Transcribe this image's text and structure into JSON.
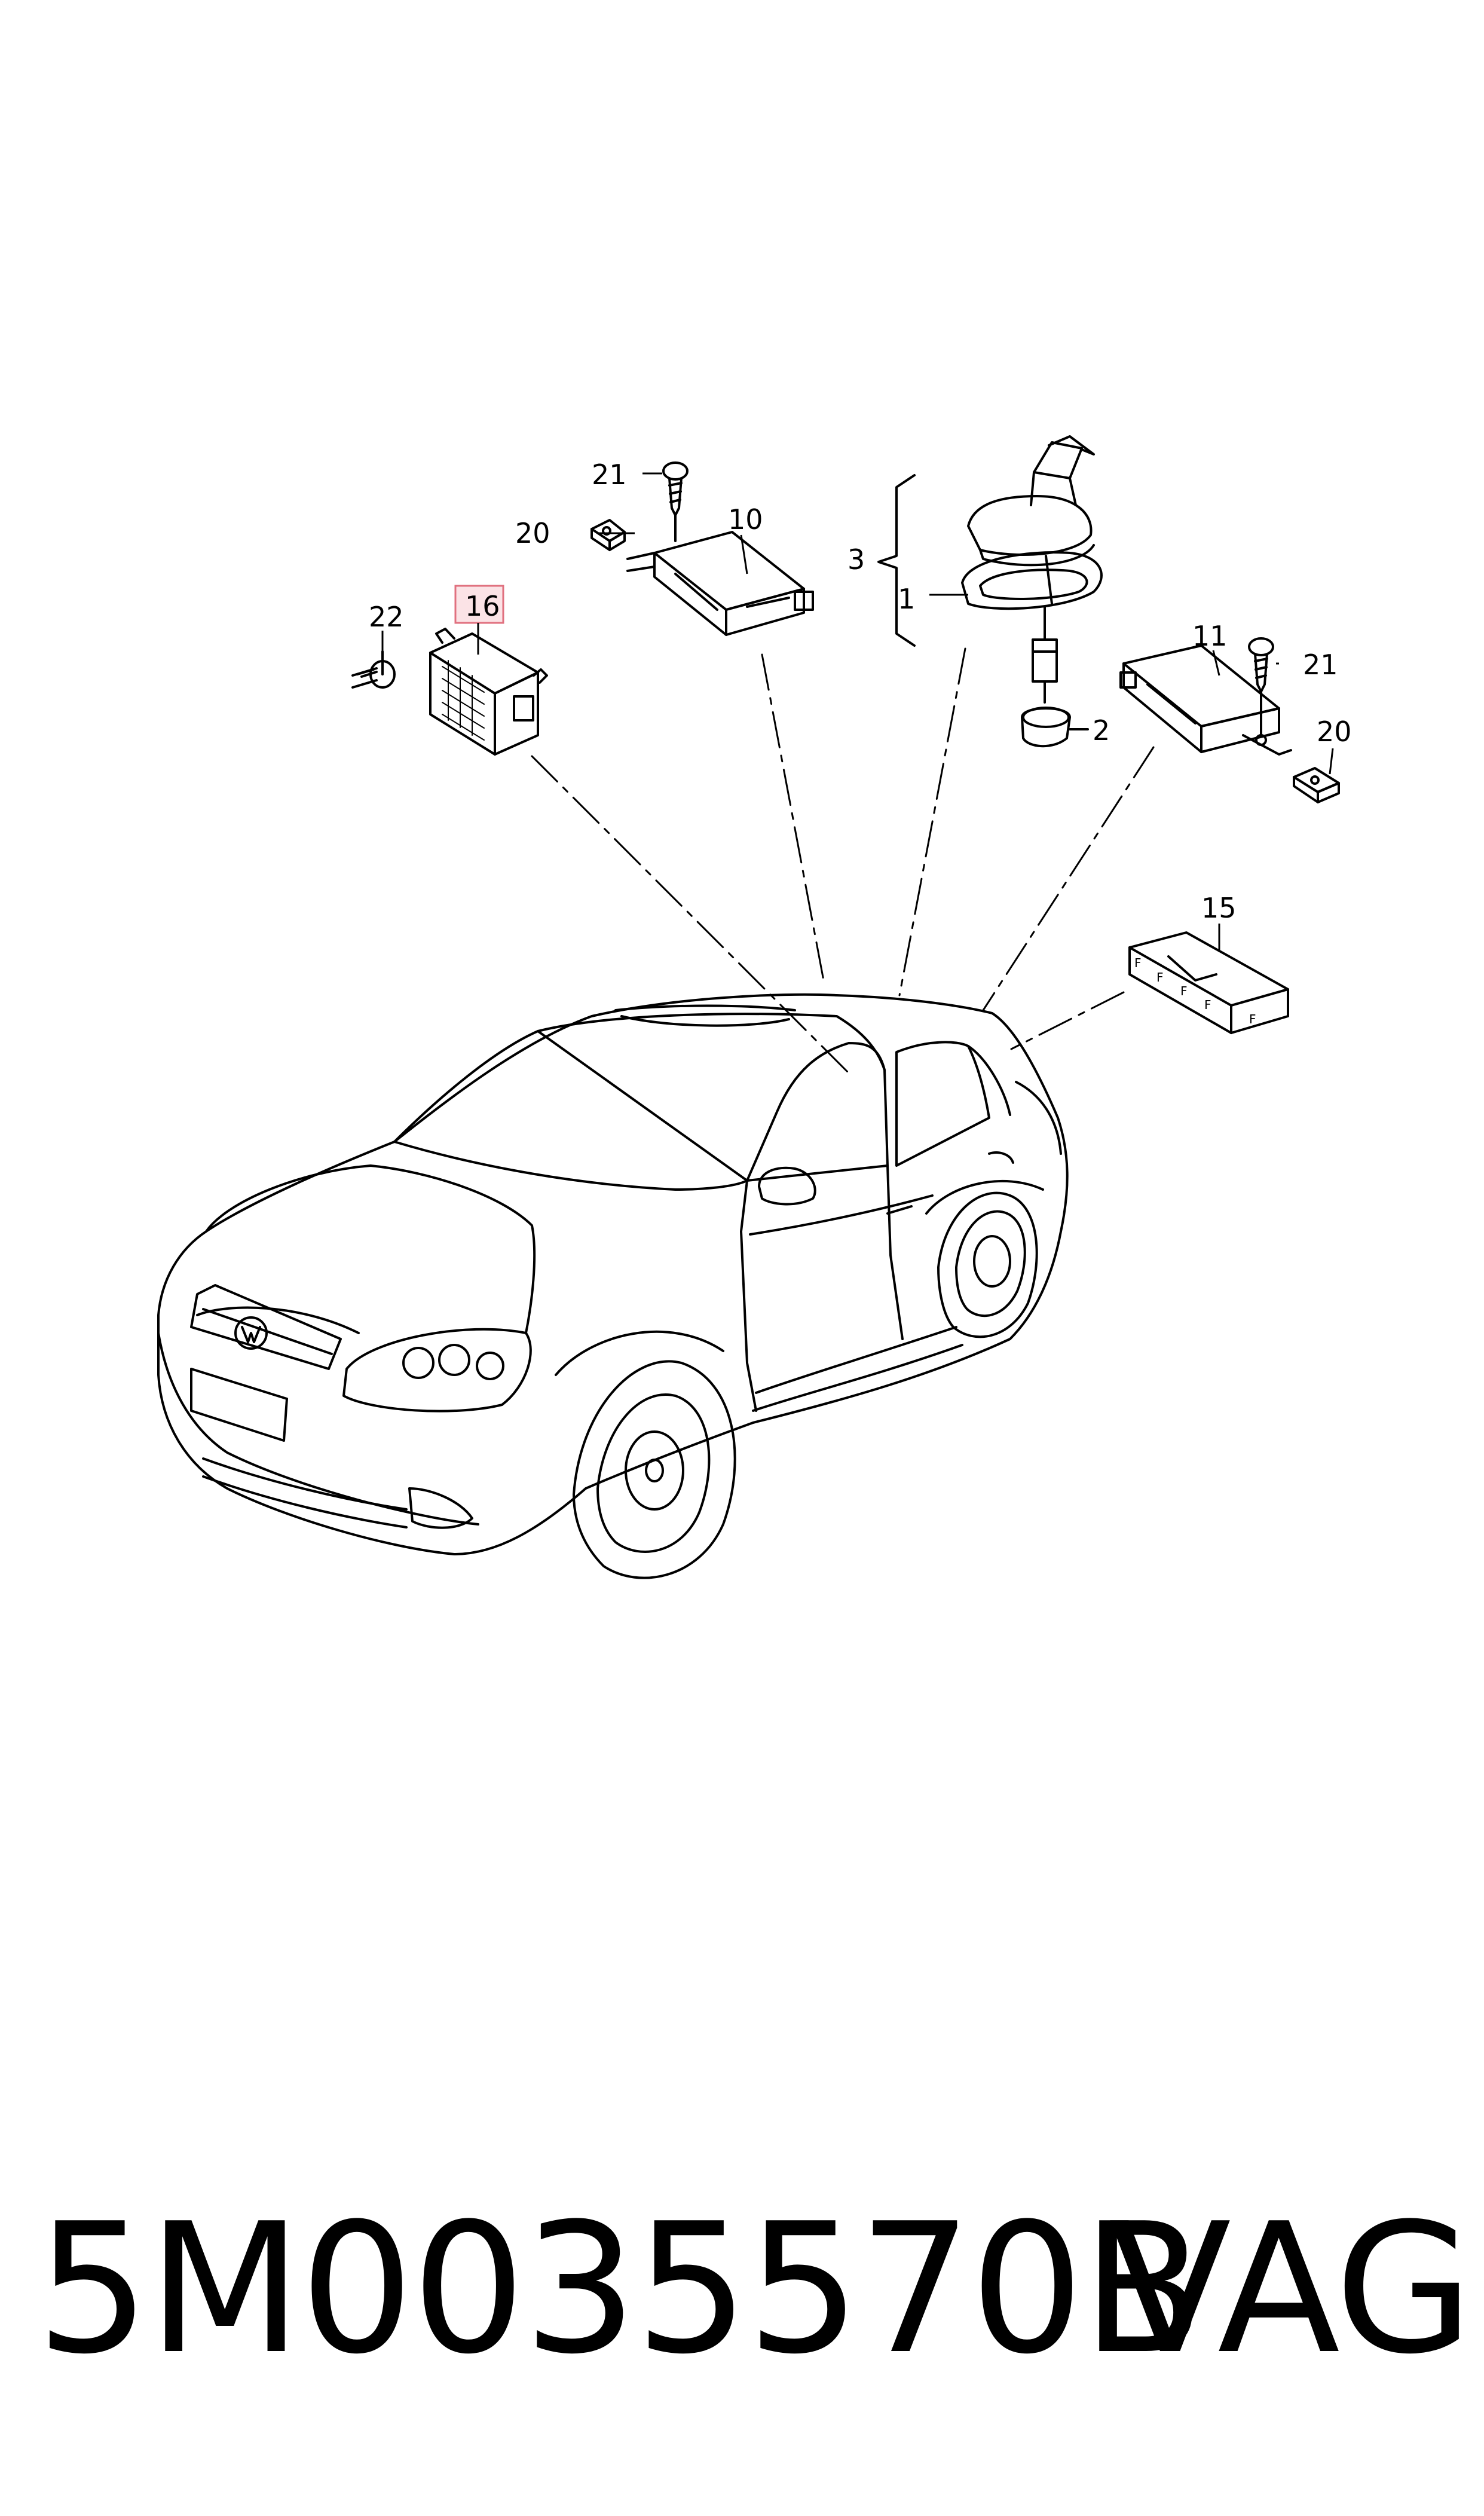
{
  "callouts": {
    "c1": "1",
    "c2": "2",
    "c3": "3",
    "c10": "10",
    "c11": "11",
    "c15": "15",
    "c16": "16",
    "c20a": "20",
    "c20b": "20",
    "c21a": "21",
    "c21b": "21",
    "c22": "22"
  },
  "colors": {
    "line": "#000000",
    "highlight_fill": "#fbe3e6",
    "highlight_stroke": "#e0707f"
  },
  "caption": {
    "part_number": "5M0035570B",
    "brand": "VAG"
  }
}
